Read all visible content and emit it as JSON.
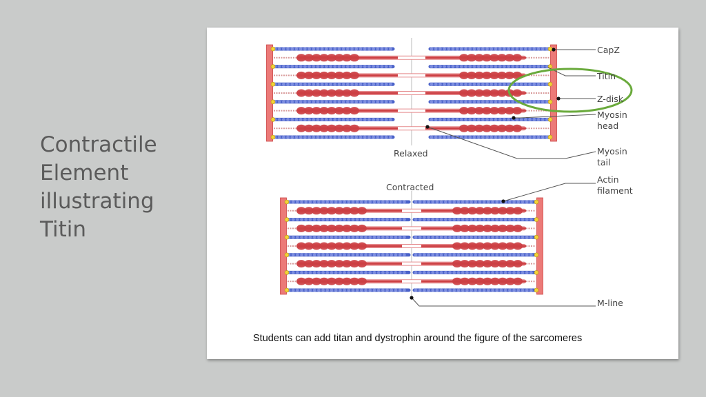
{
  "slide": {
    "title_lines": [
      "Contractile",
      "Element",
      "illustrating",
      "Titin"
    ]
  },
  "figure": {
    "state_labels": {
      "relaxed": "Relaxed",
      "contracted": "Contracted"
    },
    "labels": {
      "capz": "CapZ",
      "titin": "Titin",
      "z_disk": "Z-disk",
      "myosin_head": [
        "Myosin",
        "head"
      ],
      "myosin_tail": [
        "Myosin",
        "tail"
      ],
      "actin_filament": [
        "Actin",
        "filament"
      ],
      "m_line": "M-line"
    },
    "caption": "Students can add titan and dystrophin around the figure of the sarcomeres"
  },
  "colors": {
    "actin": "#4a62c9",
    "actin_light": "#7d8ee0",
    "myosin": "#cc3f43",
    "myosin_light": "#e58a8c",
    "z_disk": "#ec7a78",
    "capz": "#f2d23a",
    "highlight_circle": "#6aaa3c",
    "titin": "#d89a9a",
    "leader": "#555555"
  }
}
